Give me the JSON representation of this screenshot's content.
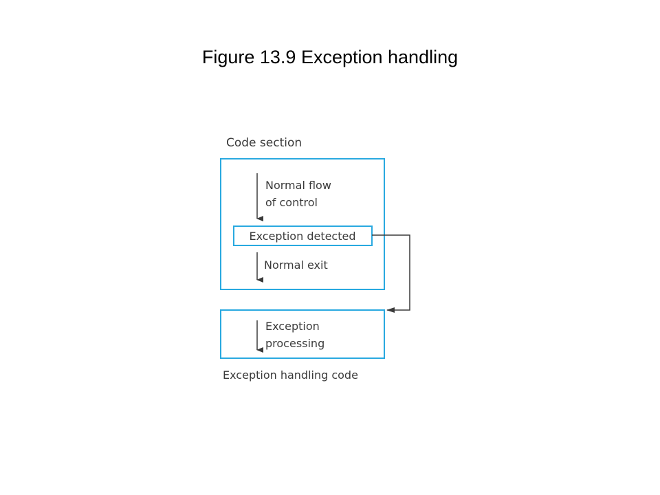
{
  "title": "Figure 13.9 Exception handling",
  "diagram": {
    "code_section_label": "Code section",
    "normal_flow_label_line1": "Normal flow",
    "normal_flow_label_line2": "of control",
    "exception_detected_label": "Exception detected",
    "normal_exit_label": "Normal exit",
    "exception_processing_line1": "Exception",
    "exception_processing_line2": "processing",
    "handler_label": "Exception handling code",
    "colors": {
      "box_border": "#29a9e0",
      "arrow": "#3a3a3a",
      "text": "#3a3a3a"
    }
  }
}
